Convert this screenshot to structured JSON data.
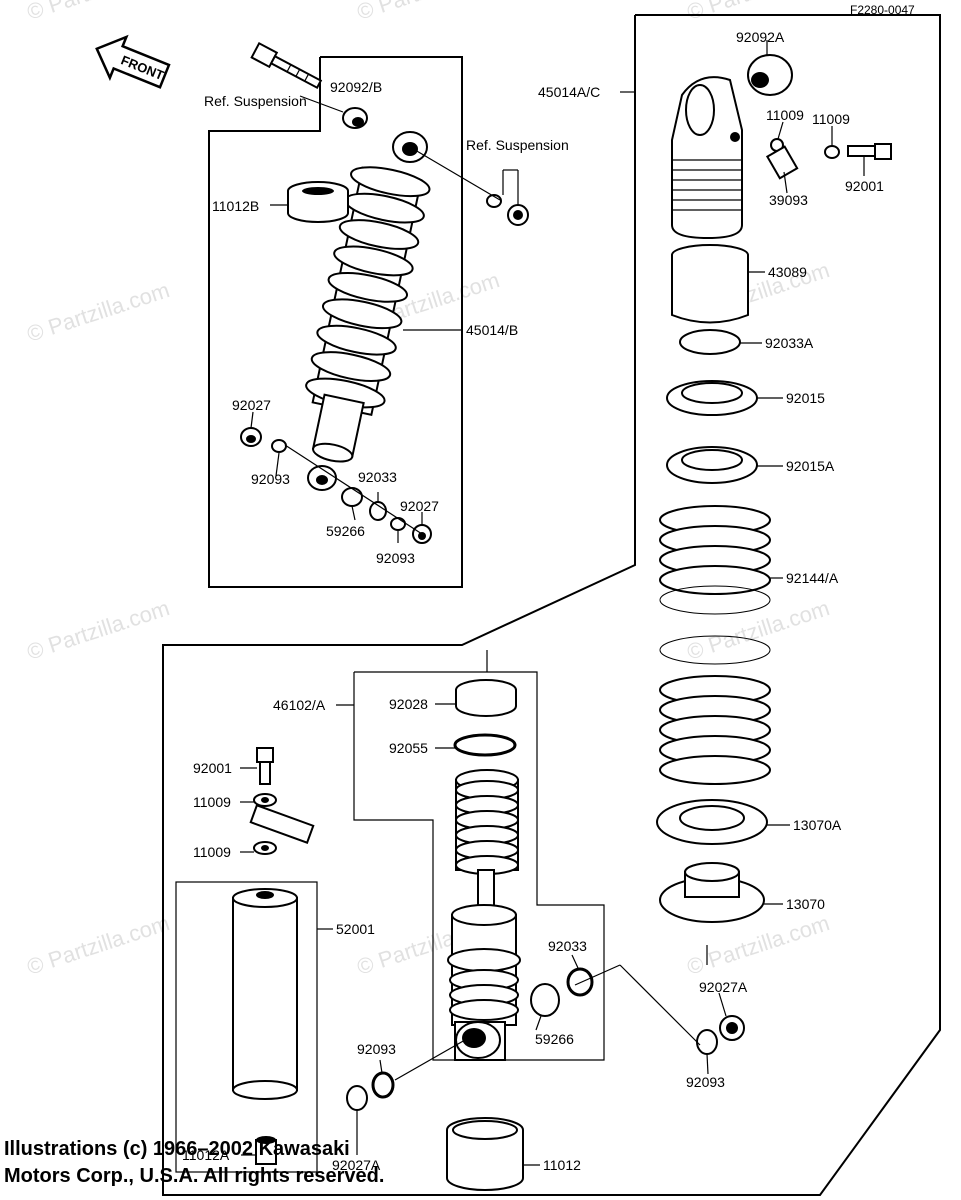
{
  "diagram_code": "F2280-0047",
  "front_label": "FRONT",
  "watermark": "© Partzilla.com",
  "copyright": {
    "line1": "Illustrations (c) 1966–2002 Kawasaki",
    "line2": "Motors Corp., U.S.A.  All rights reserved."
  },
  "labels": {
    "ref_suspension_1": "Ref. Suspension",
    "ref_suspension_2": "Ref. Suspension",
    "p92092B": "92092/B",
    "p92092A": "92092A",
    "p45014AC": "45014A/C",
    "p11012B": "11012B",
    "p45014B": "45014/B",
    "p92027_l": "92027",
    "p92093_l": "92093",
    "p92033_l": "92033",
    "p92027_r": "92027",
    "p59266_l": "59266",
    "p92093_b": "92093",
    "p11009_a": "11009",
    "p11009_b": "11009",
    "p39093": "39093",
    "p92001_r": "92001",
    "p43089": "43089",
    "p92033A": "92033A",
    "p92015": "92015",
    "p92015A": "92015A",
    "p92144A": "92144/A",
    "p13070A": "13070A",
    "p13070": "13070",
    "p92027A_r": "92027A",
    "p92093_r": "92093",
    "p46102A": "46102/A",
    "p92028": "92028",
    "p92055": "92055",
    "p92001_l": "92001",
    "p11009_c": "11009",
    "p11009_d": "11009",
    "p52001": "52001",
    "p92033_m": "92033",
    "p59266_m": "59266",
    "p92093_m": "92093",
    "p92027A_m": "92027A",
    "p11012A": "11012A",
    "p11012": "11012"
  }
}
